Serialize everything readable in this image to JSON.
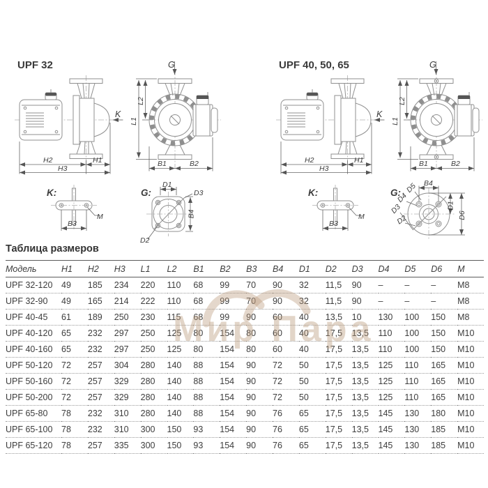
{
  "page": {
    "watermark_text": "Мир Пара"
  },
  "left_drawing": {
    "title": "UPF 32",
    "side": {
      "k": "K",
      "h1": "H1",
      "h2": "H2",
      "h3": "H3"
    },
    "front": {
      "g": "G",
      "l1": "L1",
      "l2": "L2",
      "b1": "B1",
      "b2": "B2"
    },
    "detail_k": {
      "title": "K:",
      "m": "M",
      "b3": "B3"
    },
    "detail_g": {
      "title": "G:",
      "d1": "D1",
      "d2": "D2",
      "d3": "D3",
      "b4": "B4"
    }
  },
  "right_drawing": {
    "title": "UPF 40, 50, 65",
    "side": {
      "k": "K",
      "h1": "H1",
      "h2": "H2",
      "h3": "H3"
    },
    "front": {
      "g": "G",
      "l1": "L1",
      "l2": "L2",
      "b1": "B1",
      "b2": "B2"
    },
    "detail_k": {
      "title": "K:",
      "m": "M",
      "b3": "B3"
    },
    "detail_g": {
      "title": "G:",
      "d1": "D1",
      "d2": "D2",
      "d3": "D3",
      "d4": "D4",
      "d5": "D5",
      "d6": "D6",
      "b4": "B4"
    }
  },
  "table": {
    "heading": "Таблица размеров",
    "columns": [
      "Модель",
      "H1",
      "H2",
      "H3",
      "L1",
      "L2",
      "B1",
      "B2",
      "B3",
      "B4",
      "D1",
      "D2",
      "D3",
      "D4",
      "D5",
      "D6",
      "M"
    ],
    "rows": [
      [
        "UPF 32-120",
        "49",
        "185",
        "234",
        "220",
        "110",
        "68",
        "99",
        "70",
        "90",
        "32",
        "11,5",
        "90",
        "–",
        "–",
        "–",
        "M8"
      ],
      [
        "UPF 32-90",
        "49",
        "165",
        "214",
        "222",
        "110",
        "68",
        "99",
        "70",
        "90",
        "32",
        "11,5",
        "90",
        "–",
        "–",
        "–",
        "M8"
      ],
      [
        "UPF 40-45",
        "61",
        "189",
        "250",
        "230",
        "115",
        "68",
        "99",
        "90",
        "60",
        "40",
        "13,5",
        "10",
        "130",
        "100",
        "150",
        "M8"
      ],
      [
        "UPF 40-120",
        "65",
        "232",
        "297",
        "250",
        "125",
        "80",
        "154",
        "80",
        "60",
        "40",
        "17,5",
        "13,5",
        "110",
        "100",
        "150",
        "M10"
      ],
      [
        "UPF 40-160",
        "65",
        "232",
        "297",
        "250",
        "125",
        "80",
        "154",
        "80",
        "60",
        "40",
        "17,5",
        "13,5",
        "110",
        "100",
        "150",
        "M10"
      ],
      [
        "UPF 50-120",
        "72",
        "257",
        "304",
        "280",
        "140",
        "88",
        "154",
        "90",
        "72",
        "50",
        "17,5",
        "13,5",
        "125",
        "110",
        "165",
        "M10"
      ],
      [
        "UPF 50-160",
        "72",
        "257",
        "329",
        "280",
        "140",
        "88",
        "154",
        "90",
        "72",
        "50",
        "17,5",
        "13,5",
        "125",
        "110",
        "165",
        "M10"
      ],
      [
        "UPF 50-200",
        "72",
        "257",
        "329",
        "280",
        "140",
        "88",
        "154",
        "90",
        "72",
        "50",
        "17,5",
        "13,5",
        "125",
        "110",
        "165",
        "M10"
      ],
      [
        "UPF 65-80",
        "78",
        "232",
        "310",
        "280",
        "140",
        "88",
        "154",
        "90",
        "76",
        "65",
        "17,5",
        "13,5",
        "145",
        "130",
        "180",
        "M10"
      ],
      [
        "UPF 65-100",
        "78",
        "232",
        "310",
        "300",
        "150",
        "93",
        "154",
        "90",
        "76",
        "65",
        "17,5",
        "13,5",
        "145",
        "130",
        "185",
        "M10"
      ],
      [
        "UPF 65-120",
        "78",
        "257",
        "335",
        "300",
        "150",
        "93",
        "154",
        "90",
        "76",
        "65",
        "17,5",
        "13,5",
        "145",
        "130",
        "185",
        "M10"
      ]
    ]
  }
}
